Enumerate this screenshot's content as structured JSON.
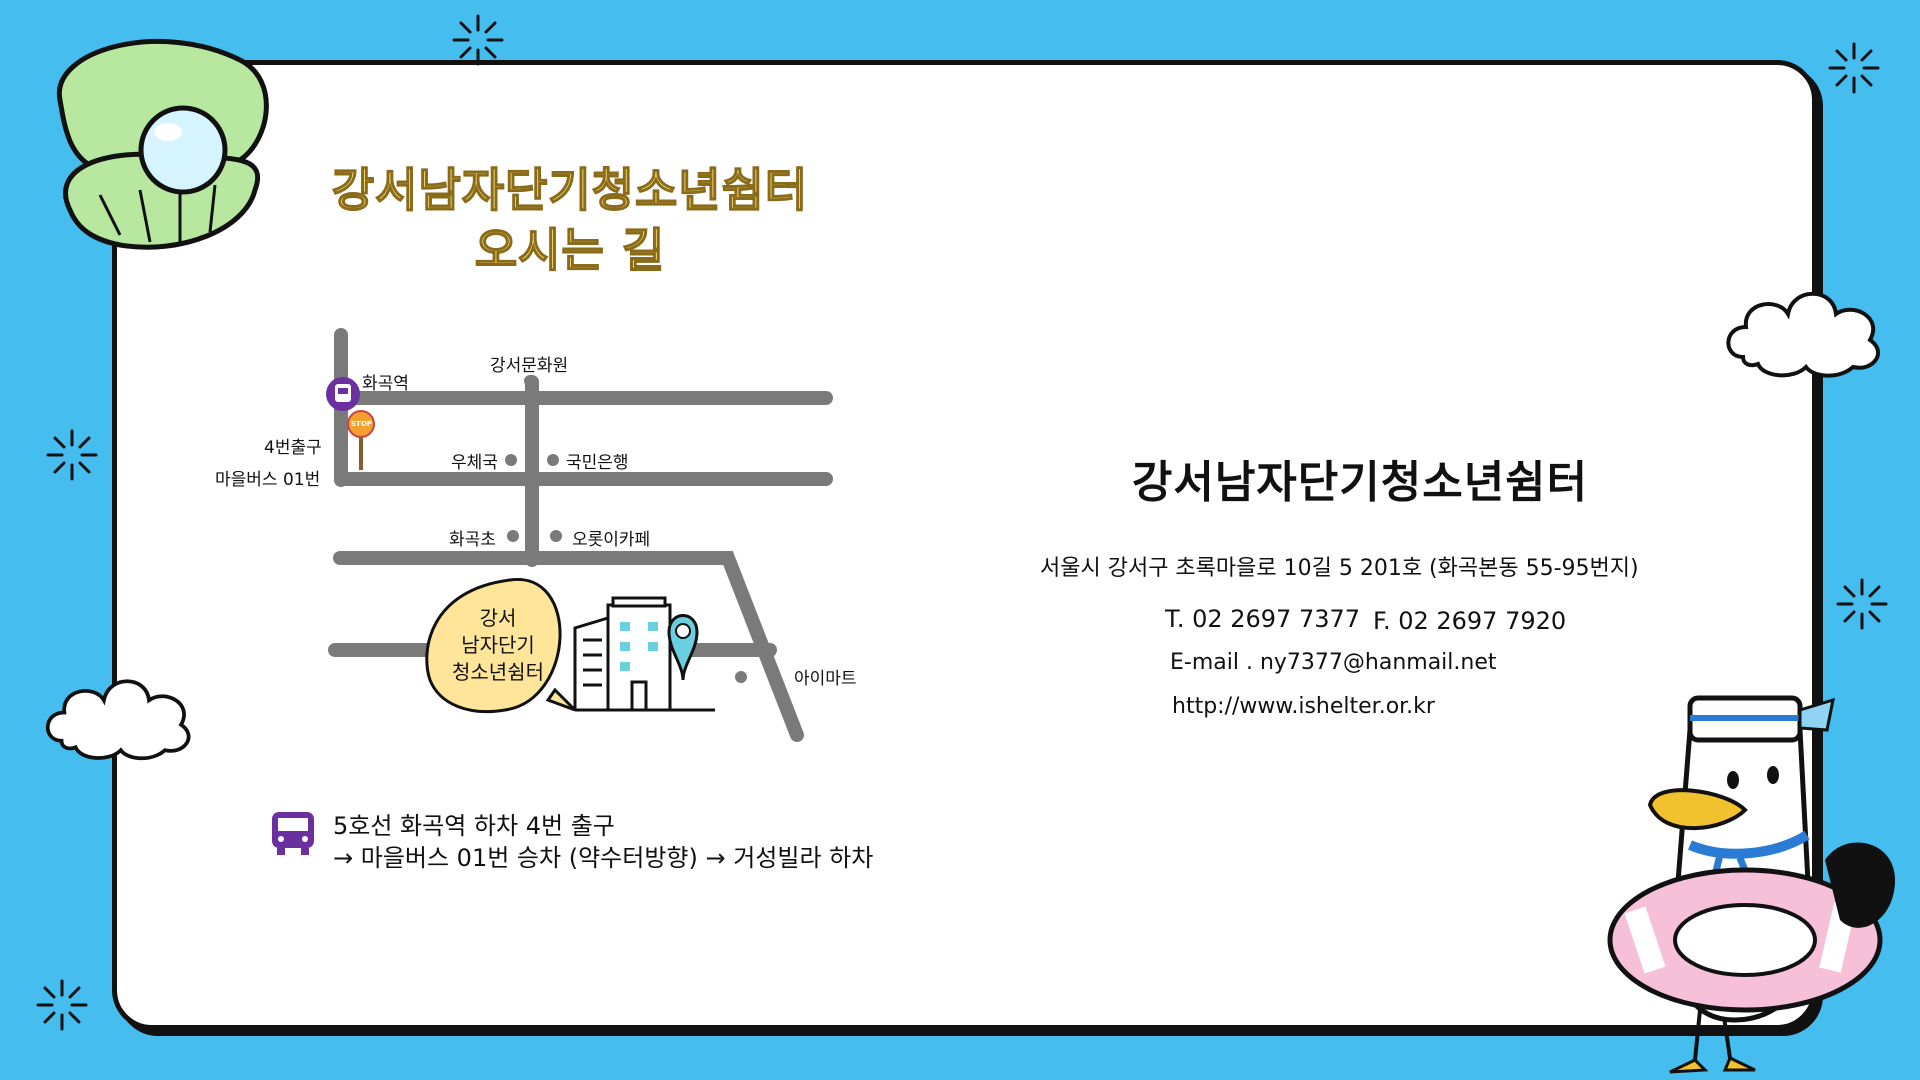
{
  "title": {
    "line1": "강서남자단기청소년쉼터",
    "line2": "오시는 길"
  },
  "map": {
    "hwagok_station": "화곡역",
    "gangseo_culture": "강서문화원",
    "exit4": "4번출구",
    "village_bus": "마을버스 01번",
    "post_office": "우체국",
    "kookmin_bank": "국민은행",
    "hwagok_elementary": "화곡초",
    "cafe": "오롯이카페",
    "mart": "아이마트",
    "bus_stop_sign": "STOP",
    "bubble_line1": "강서",
    "bubble_line2": "남자단기",
    "bubble_line3": "청소년쉼터"
  },
  "directions": {
    "line1": "5호선 화곡역 하차 4번 출구",
    "line2": "→ 마을버스 01번 승차 (약수터방향) → 거성빌라 하차"
  },
  "info": {
    "name": "강서남자단기청소년쉼터",
    "address": "서울시 강서구 초록마을로 10길 5 201호 (화곡본동 55-95번지)",
    "tel": "T. 02 2697 7377",
    "fax": "F. 02 2697 7920",
    "email": "E-mail . ny7377@hanmail.net",
    "website": "http://www.ishelter.or.kr"
  },
  "colors": {
    "background": "#45bdee",
    "title": "#ffe27a",
    "road": "#7a7a7a",
    "pin": "#6ad0e0",
    "bus_icon": "#6b2fa0",
    "bubble": "#ffe59a"
  }
}
